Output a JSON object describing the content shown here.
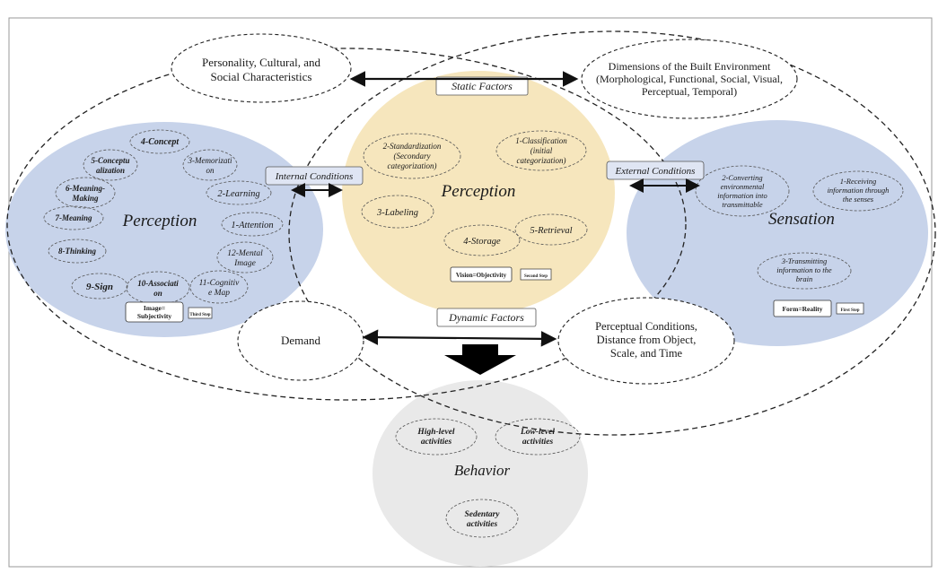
{
  "diagram": {
    "static_factors": "Static Factors",
    "dynamic_factors": "Dynamic Factors",
    "internal_conditions": "Internal Conditions",
    "external_conditions": "External Conditions",
    "personality": [
      "Personality, Cultural, and",
      "Social Characteristics"
    ],
    "built_env": [
      "Dimensions of the Built Environment",
      "(Morphological, Functional, Social, Visual,",
      "Perceptual, Temporal)"
    ],
    "demand": "Demand",
    "perceptual_conditions": [
      "Perceptual Conditions,",
      "Distance from Object,",
      "Scale, and Time"
    ],
    "left_perception": {
      "title": "Perception",
      "items": {
        "concept": "4-Concept",
        "conceptualization": [
          "5-Conceptu",
          "alization"
        ],
        "memorization": [
          "3-Memorizati",
          "on"
        ],
        "meaning_making": [
          "6-Meaning-",
          "Making"
        ],
        "learning": "2-Learning",
        "meaning": "7-Meaning",
        "attention": "1-Attention",
        "thinking": "8-Thinking",
        "mental_image": [
          "12-Mental",
          "Image"
        ],
        "sign": "9-Sign",
        "association": [
          "10-Associati",
          "on"
        ],
        "cognitive_map": [
          "11-Cognitiv",
          "e Map"
        ]
      },
      "box_label": [
        "Image=",
        "Subjectivity"
      ],
      "step": "Third Step"
    },
    "center_perception": {
      "title": "Perception",
      "items": {
        "standardization": [
          "2-Standardization",
          "(Secondary",
          "categorization)"
        ],
        "classification": [
          "1-Classification",
          "(initial",
          "categorization)"
        ],
        "labeling": "3-Labeling",
        "retrieval": "5-Retrieval",
        "storage": "4-Storage"
      },
      "box_label": "Vision=Objectivity",
      "step": "Second Step"
    },
    "sensation": {
      "title": "Sensation",
      "items": {
        "converting": [
          "2-Converting",
          "environmental",
          "information into",
          "transmittable"
        ],
        "receiving": [
          "1-Receiving",
          "information through",
          "the senses"
        ],
        "transmitting": [
          "3-Transmitting",
          "information to the",
          "brain"
        ]
      },
      "box_label": "Form=Reality",
      "step": "First Step"
    },
    "behavior": {
      "title": "Behavior",
      "items": {
        "high": [
          "High-level",
          "activities"
        ],
        "low": [
          "Low-level",
          "activities"
        ],
        "sedentary": [
          "Sedentary",
          "activities"
        ]
      }
    }
  },
  "colors": {
    "blue": "#c7d3ea",
    "yellow": "#f6e6bd",
    "grey": "#e9e9e9",
    "line": "#222222"
  }
}
